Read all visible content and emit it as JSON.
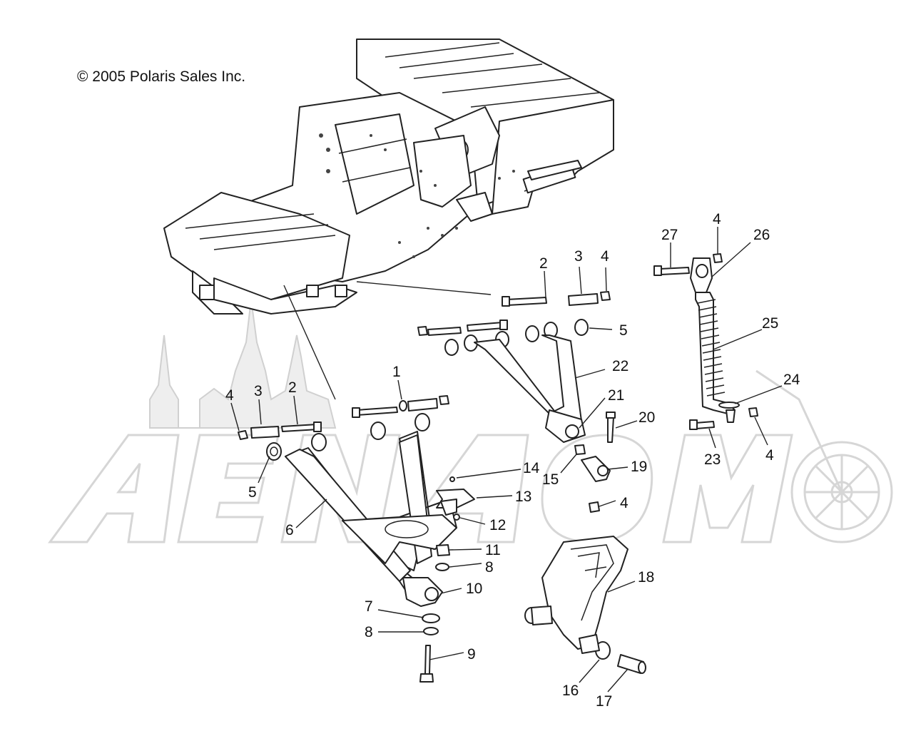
{
  "copyright": "© 2005 Polaris Sales Inc.",
  "watermark": "AeNAom",
  "callouts": [
    {
      "id": "c1",
      "text": "1"
    },
    {
      "id": "c2a",
      "text": "2"
    },
    {
      "id": "c2b",
      "text": "2"
    },
    {
      "id": "c3a",
      "text": "3"
    },
    {
      "id": "c3b",
      "text": "3"
    },
    {
      "id": "c4a",
      "text": "4"
    },
    {
      "id": "c4b",
      "text": "4"
    },
    {
      "id": "c4c",
      "text": "4"
    },
    {
      "id": "c4d",
      "text": "4"
    },
    {
      "id": "c4e",
      "text": "4"
    },
    {
      "id": "c5a",
      "text": "5"
    },
    {
      "id": "c5b",
      "text": "5"
    },
    {
      "id": "c6",
      "text": "6"
    },
    {
      "id": "c7",
      "text": "7"
    },
    {
      "id": "c8a",
      "text": "8"
    },
    {
      "id": "c8b",
      "text": "8"
    },
    {
      "id": "c9",
      "text": "9"
    },
    {
      "id": "c10",
      "text": "10"
    },
    {
      "id": "c11",
      "text": "11"
    },
    {
      "id": "c12",
      "text": "12"
    },
    {
      "id": "c13",
      "text": "13"
    },
    {
      "id": "c14",
      "text": "14"
    },
    {
      "id": "c15",
      "text": "15"
    },
    {
      "id": "c16",
      "text": "16"
    },
    {
      "id": "c17",
      "text": "17"
    },
    {
      "id": "c18",
      "text": "18"
    },
    {
      "id": "c19",
      "text": "19"
    },
    {
      "id": "c20",
      "text": "20"
    },
    {
      "id": "c21",
      "text": "21"
    },
    {
      "id": "c22",
      "text": "22"
    },
    {
      "id": "c23",
      "text": "23"
    },
    {
      "id": "c24",
      "text": "24"
    },
    {
      "id": "c25",
      "text": "25"
    },
    {
      "id": "c26",
      "text": "26"
    },
    {
      "id": "c27",
      "text": "27"
    }
  ],
  "colors": {
    "line": "#222222",
    "watermark": "#d6d6d6",
    "background": "#ffffff"
  }
}
